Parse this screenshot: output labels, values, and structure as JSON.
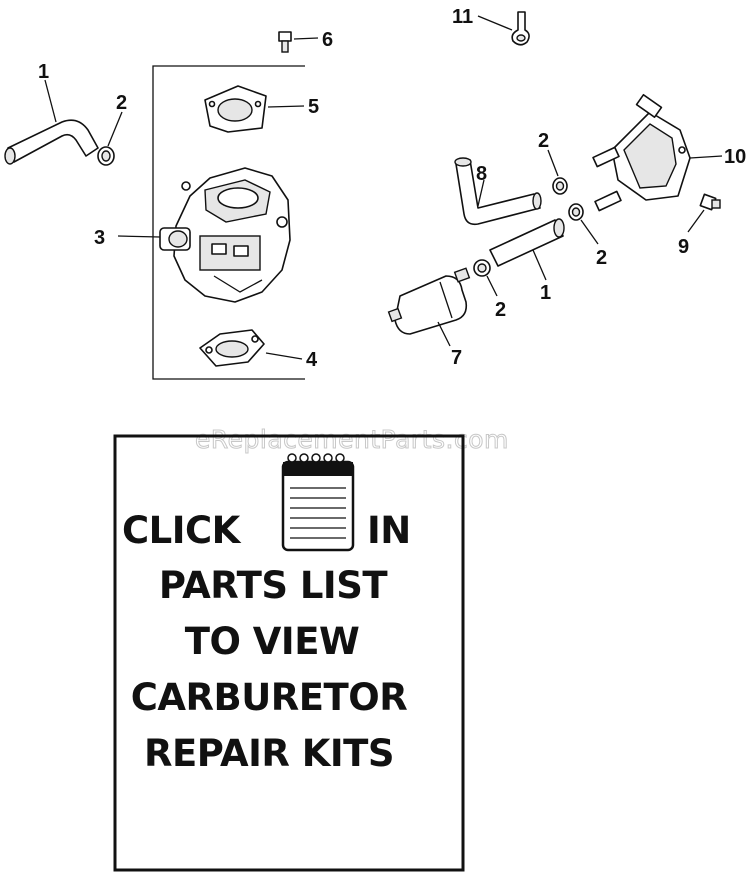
{
  "watermark": "eReplacementParts.com",
  "callouts": {
    "c1a": "1",
    "c2a": "2",
    "c3": "3",
    "c4": "4",
    "c5": "5",
    "c6": "6",
    "c7": "7",
    "c8": "8",
    "c9": "9",
    "c10": "10",
    "c11": "11",
    "c2b": "2",
    "c2c": "2",
    "c2d": "2",
    "c1b": "1"
  },
  "notice": {
    "line1_left": "CLICK",
    "line1_right": "IN",
    "line2": "PARTS LIST",
    "line3": "TO VIEW",
    "line4": "CARBURETOR",
    "line5": "REPAIR KITS",
    "icon": "notepad-icon"
  }
}
